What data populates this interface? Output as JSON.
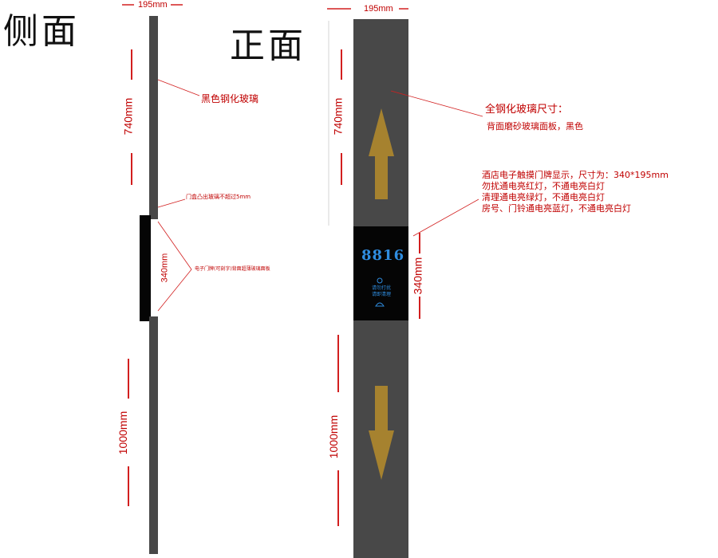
{
  "titles": {
    "side": "侧面",
    "front": "正面"
  },
  "dimensions": {
    "side_width": "195mm",
    "front_width": "195mm",
    "side_upper": "740mm",
    "side_panel": "340mm",
    "side_lower": "1000mm",
    "front_upper": "740mm",
    "front_panel": "340mm",
    "front_lower": "1000mm"
  },
  "notes": {
    "side_glass": "黑色钢化玻璃",
    "side_protrude": "门盒凸出玻璃不超过5mm",
    "side_panel": "电子门牌(可刻字)背面超薄玻璃面板",
    "front_glass_1": "全钢化玻璃尺寸：",
    "front_glass_2": "背面磨砂玻璃面板，黑色",
    "panel_1": "酒店电子触摸门牌显示，尺寸为：340*195mm",
    "panel_2": "勿扰通电亮红灯，不通电亮白灯",
    "panel_3": "清理通电亮绿灯，不通电亮白灯",
    "panel_4": "房号、门铃通电亮蓝灯，不通电亮白灯"
  },
  "panel": {
    "room_number": "8816",
    "status_1": "请勿打扰",
    "status_2": "请即清理"
  },
  "colors": {
    "bar": "#484848",
    "panel": "#050505",
    "dimension": "#c00000",
    "arrow": "#a6822f",
    "display_blue": "#2f8de0"
  }
}
